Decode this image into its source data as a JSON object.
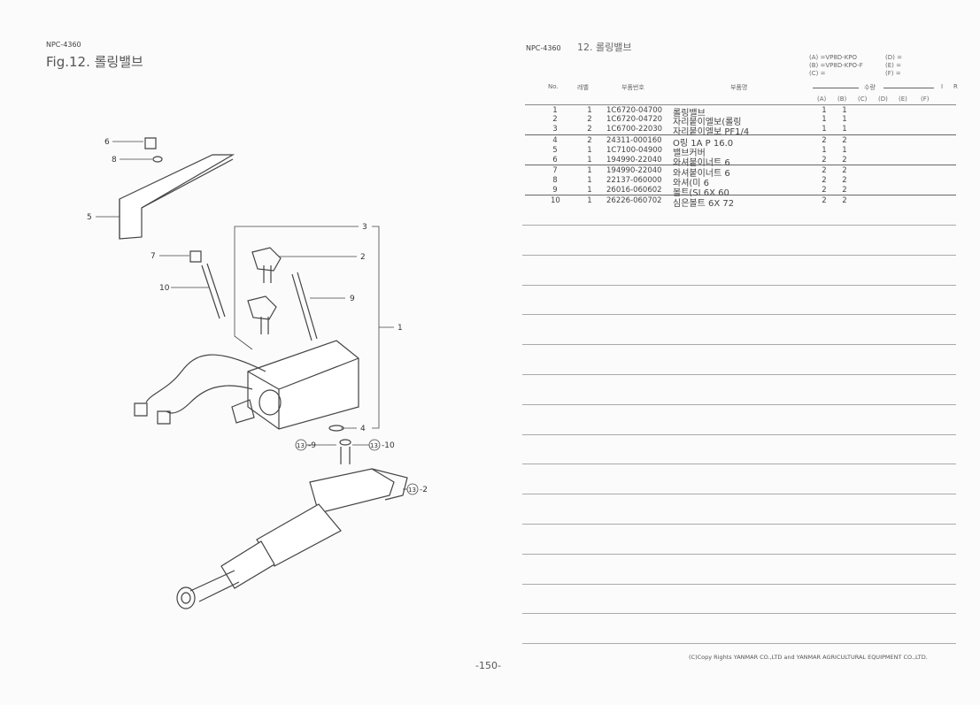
{
  "left_page": {
    "code": "NPC-4360",
    "figure_title": "Fig.12.  롤링밸브",
    "callouts": [
      "6",
      "8",
      "5",
      "7",
      "10",
      "3",
      "2",
      "9",
      "1",
      "4",
      "13",
      "-9",
      "13",
      "-10",
      "13",
      "-2"
    ]
  },
  "right_page": {
    "code": "NPC-4360",
    "section_title": "12.  롤링밸브",
    "models": {
      "A": "(A) =VP8D-KPO",
      "B": "(B) =VP8D-KPO-F",
      "C": "(C) =",
      "D": "(D) =",
      "E": "(E) =",
      "F": "(F) ="
    },
    "table": {
      "headers": {
        "no": "No.",
        "level": "레벨",
        "part_no": "부품번호",
        "part_name": "부품명",
        "qty": "수량",
        "i": "I",
        "r": "R"
      },
      "qty_columns": [
        "(A)",
        "(B)",
        "(C)",
        "(D)",
        "(E)",
        "(F)"
      ],
      "rows": [
        {
          "no": "1",
          "level": "1",
          "part_no": "1C6720-04700",
          "part_name": "롤링밸브",
          "a": "1",
          "b": "1"
        },
        {
          "no": "2",
          "level": "2",
          "part_no": "1C6720-04720",
          "part_name": "자리붙이엘보(롤링",
          "a": "1",
          "b": "1"
        },
        {
          "no": "3",
          "level": "2",
          "part_no": "1C6700-22030",
          "part_name": "자리붙이엘보 PF1/4",
          "a": "1",
          "b": "1"
        },
        {
          "no": "4",
          "level": "2",
          "part_no": "24311-000160",
          "part_name": "O링 1A P 16.0",
          "a": "2",
          "b": "2"
        },
        {
          "no": "5",
          "level": "1",
          "part_no": "1C7100-04900",
          "part_name": "밸브커버",
          "a": "1",
          "b": "1"
        },
        {
          "no": "6",
          "level": "1",
          "part_no": "194990-22040",
          "part_name": "와셔붙이너트 6",
          "a": "2",
          "b": "2"
        },
        {
          "no": "7",
          "level": "1",
          "part_no": "194990-22040",
          "part_name": "와셔붙이너트 6",
          "a": "2",
          "b": "2"
        },
        {
          "no": "8",
          "level": "1",
          "part_no": "22137-060000",
          "part_name": "와셔(미 6",
          "a": "2",
          "b": "2"
        },
        {
          "no": "9",
          "level": "1",
          "part_no": "26016-060602",
          "part_name": "볼트(SI 6X 60",
          "a": "2",
          "b": "2"
        },
        {
          "no": "10",
          "level": "1",
          "part_no": "26226-060702",
          "part_name": "심은볼트 6X 72",
          "a": "2",
          "b": "2"
        }
      ]
    },
    "copyright": "(C)Copy Rights  YANMAR CO.,LTD and YANMAR AGRICULTURAL EQUIPMENT CO.,LTD."
  },
  "page_number": "-150-"
}
